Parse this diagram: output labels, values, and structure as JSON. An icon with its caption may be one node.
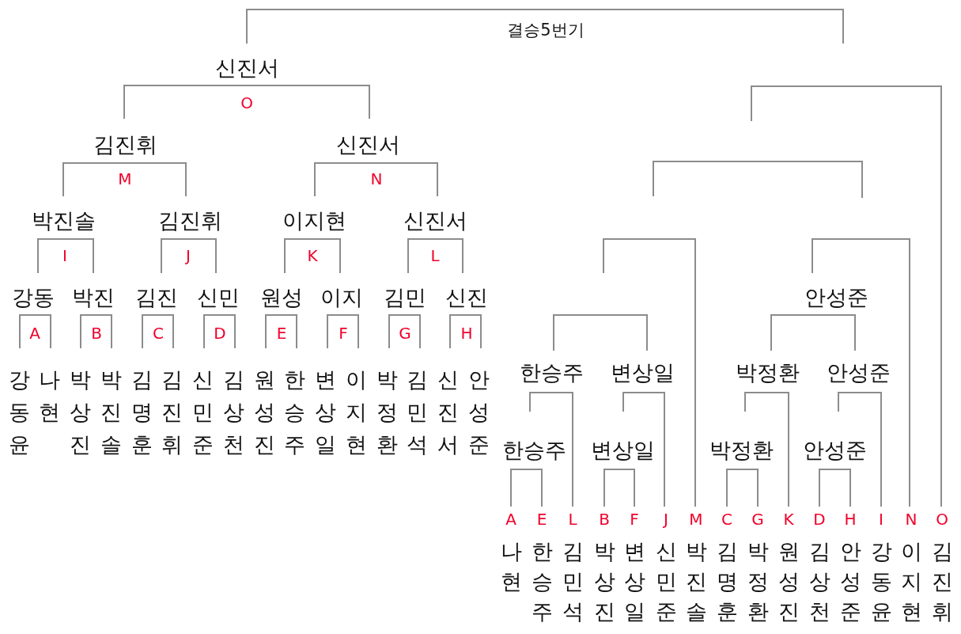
{
  "diagram": {
    "labels": [
      "결승5번기",
      "신진서",
      "O",
      "김진휘",
      "신진서",
      "M",
      "N",
      "박진솔",
      "김진휘",
      "이지현",
      "신진서",
      "I",
      "J",
      "K",
      "L",
      "강동",
      "박진",
      "김진",
      "신민",
      "원성",
      "이지",
      "김민",
      "신진",
      "안성준",
      "A",
      "B",
      "C",
      "D",
      "E",
      "F",
      "G",
      "H",
      "강동윤",
      "나현",
      "박상진",
      "박진솔",
      "김명훈",
      "김진휘",
      "신민준",
      "김상천",
      "원성진",
      "한승주",
      "변상일",
      "이지현",
      "박정환",
      "김민석",
      "신진서",
      "안성준",
      "한승주",
      "변상일",
      "박정환",
      "안성준",
      "한승주",
      "변상일",
      "박정환",
      "안성준",
      "A",
      "E",
      "L",
      "B",
      "F",
      "J",
      "M",
      "C",
      "G",
      "K",
      "D",
      "H",
      "I",
      "N",
      "O",
      "나현",
      "한승주",
      "김민석",
      "박상진",
      "변상일",
      "신민준",
      "박진솔",
      "김명훈",
      "박정환",
      "원성진",
      "김상천",
      "안성준",
      "강동윤",
      "이지현",
      "김진휘"
    ]
  }
}
